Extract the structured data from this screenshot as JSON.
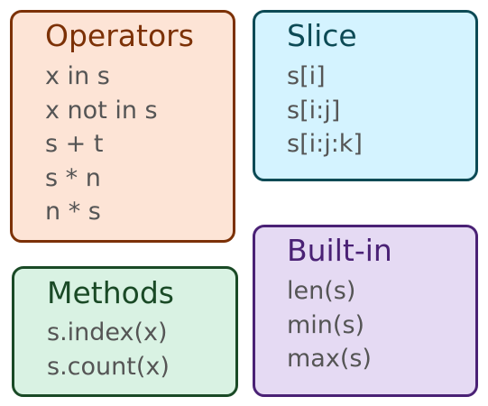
{
  "cards": {
    "operators": {
      "title": "Operators",
      "items": [
        "x in s",
        "x not in s",
        "s + t",
        "s * n",
        "n * s"
      ],
      "colors": {
        "fill": "#fde4d6",
        "border": "#7c3106",
        "title": "#7c3106"
      }
    },
    "slice": {
      "title": "Slice",
      "items": [
        "s[i]",
        "s[i:j]",
        "s[i:j:k]"
      ],
      "colors": {
        "fill": "#d4f3ff",
        "border": "#0c4a55",
        "title": "#0c4a55"
      }
    },
    "methods": {
      "title": "Methods",
      "items": [
        "s.index(x)",
        "s.count(x)"
      ],
      "colors": {
        "fill": "#d9f2e3",
        "border": "#1a4a26",
        "title": "#1a4a26"
      }
    },
    "builtin": {
      "title": "Built-in",
      "items": [
        "len(s)",
        "min(s)",
        "max(s)"
      ],
      "colors": {
        "fill": "#e5daf3",
        "border": "#4a2175",
        "title": "#4a2175"
      }
    }
  }
}
